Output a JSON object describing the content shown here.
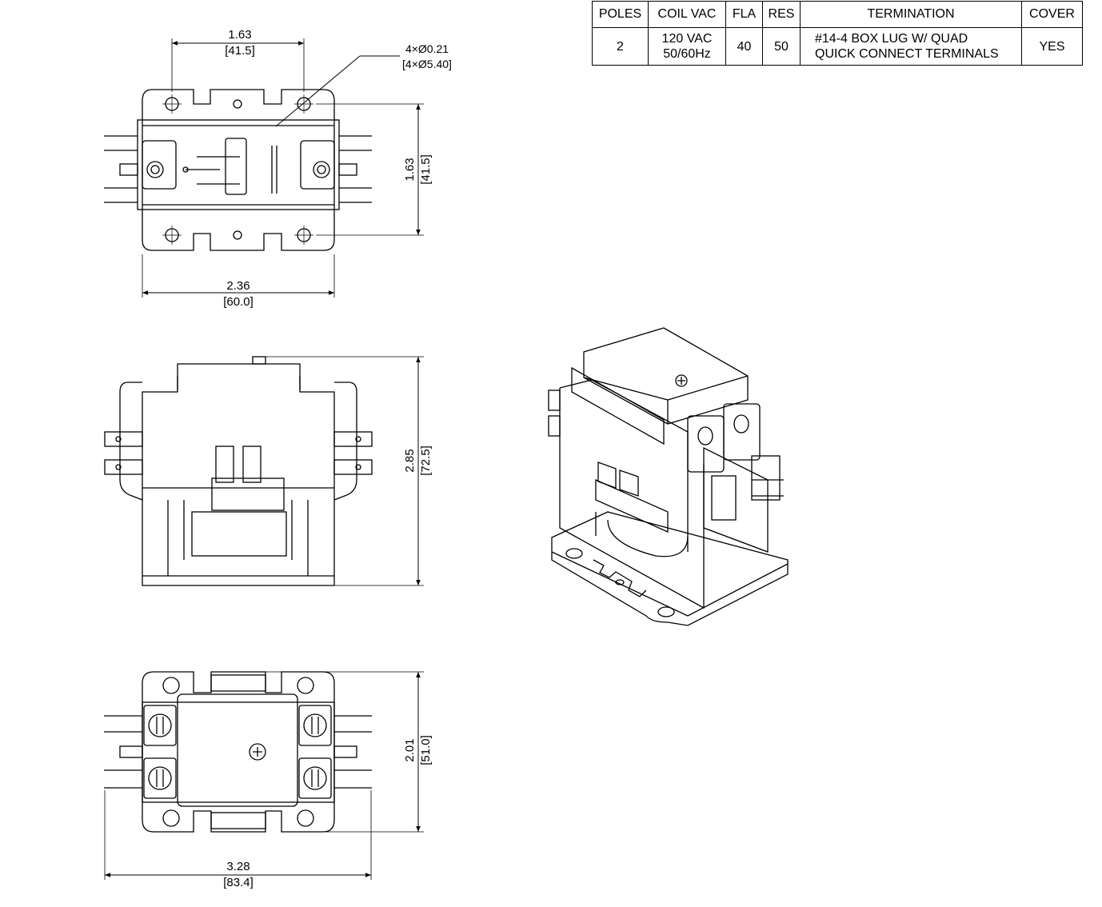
{
  "spec_table": {
    "headers": [
      "POLES",
      "COIL VAC",
      "FLA",
      "RES",
      "TERMINATION",
      "COVER"
    ],
    "row": {
      "poles": "2",
      "coil_vac_line1": "120 VAC",
      "coil_vac_line2": "50/60Hz",
      "fla": "40",
      "res": "50",
      "termination_line1": "#14-4 BOX LUG W/ QUAD",
      "termination_line2": "QUICK CONNECT TERMINALS",
      "cover": "YES"
    }
  },
  "views": {
    "top_view": {
      "hole_spacing_in": "1.63",
      "hole_spacing_mm": "[41.5]",
      "hole_callout_in": "4×Ø0.21",
      "hole_callout_mm": "[4×Ø5.40]",
      "vertical_spacing_in": "1.63",
      "vertical_spacing_mm": "[41.5]",
      "base_width_in": "2.36",
      "base_width_mm": "[60.0]"
    },
    "front_view": {
      "height_in": "2.85",
      "height_mm": "[72.5]"
    },
    "bottom_view": {
      "depth_in": "2.01",
      "depth_mm": "[51.0]",
      "overall_width_in": "3.28",
      "overall_width_mm": "[83.4]"
    }
  }
}
